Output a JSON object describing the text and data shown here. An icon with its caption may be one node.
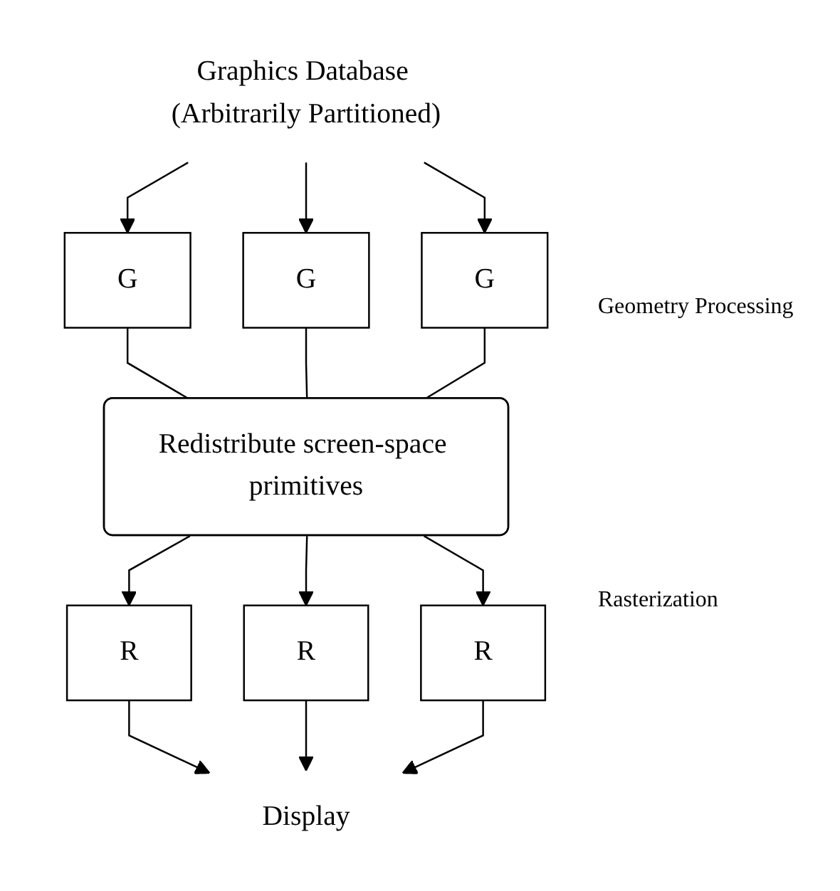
{
  "diagram": {
    "nodes": [
      {
        "text": [
          "Graphics Database (Arbitrarily Partitioned)"
        ]
      },
      {
        "text": [
          "G"
        ]
      },
      {
        "text": [
          "G"
        ]
      },
      {
        "text": [
          "G"
        ]
      },
      {
        "text": [
          "Redistribute screen-space primitives"
        ]
      },
      {
        "text": [
          "R"
        ]
      },
      {
        "text": [
          "R"
        ]
      },
      {
        "text": [
          "R"
        ]
      },
      {
        "text": [
          "Display"
        ]
      }
    ],
    "edges": [
      {
        "from": 0,
        "to": 1,
        "arrow": "to"
      },
      {
        "from": 0,
        "to": 2,
        "arrow": "to"
      },
      {
        "from": 0,
        "to": 3,
        "arrow": "to"
      },
      {
        "from": 1,
        "to": 4,
        "arrow": "none"
      },
      {
        "from": 2,
        "to": 4,
        "arrow": "none"
      },
      {
        "from": 3,
        "to": 4,
        "arrow": "none"
      },
      {
        "from": 4,
        "to": 5,
        "arrow": "to"
      },
      {
        "from": 4,
        "to": 6,
        "arrow": "to"
      },
      {
        "from": 4,
        "to": 7,
        "arrow": "to"
      },
      {
        "from": 5,
        "to": 8,
        "arrow": "to"
      },
      {
        "from": 6,
        "to": 8,
        "arrow": "to"
      },
      {
        "from": 7,
        "to": 8,
        "arrow": "to"
      }
    ],
    "labels": [
      "Geometry Processing",
      "Rasterization"
    ]
  }
}
